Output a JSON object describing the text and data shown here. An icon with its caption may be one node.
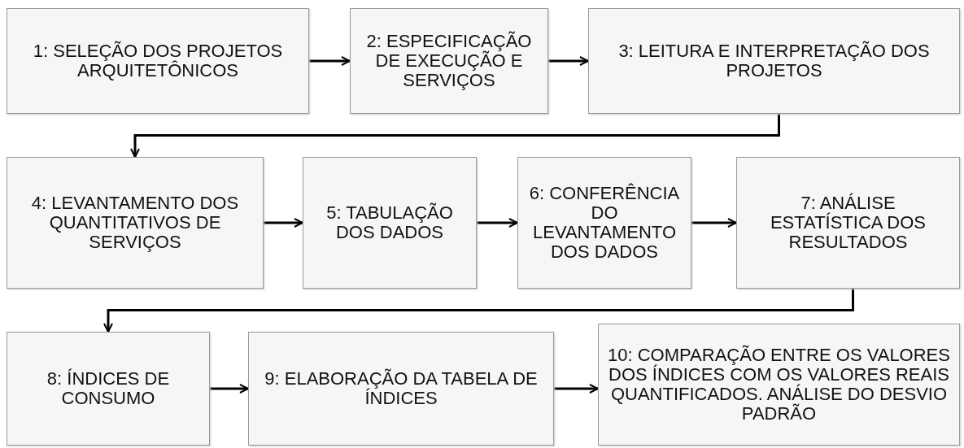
{
  "diagram": {
    "nodes": [
      {
        "text": [
          "1: SELEÇÃO DOS PROJETOS ARQUITETÔNICOS"
        ]
      },
      {
        "text": [
          "2: ESPECIFICAÇÃO DE EXECUÇÃO E SERVIÇOS"
        ]
      },
      {
        "text": [
          "3: LEITURA E INTERPRETAÇÃO DOS PROJETOS"
        ]
      },
      {
        "text": [
          "4: LEVANTAMENTO DOS QUANTITATIVOS DE SERVIÇOS"
        ]
      },
      {
        "text": [
          "5: TABULAÇÃO DOS DADOS"
        ]
      },
      {
        "text": [
          "6: CONFERÊNCIA DO LEVANTAMENTO DOS DADOS"
        ]
      },
      {
        "text": [
          "7: ANÁLISE ESTATÍSTICA DOS RESULTADOS"
        ]
      },
      {
        "text": [
          "8: ÍNDICES DE CONSUMO"
        ]
      },
      {
        "text": [
          "9: ELABORAÇÃO DA TABELA DE ÍNDICES"
        ]
      },
      {
        "text": [
          "10: COMPARAÇÃO ENTRE OS VALORES DOS ÍNDICES COM OS VALORES REAIS QUANTIFICADOS. ANÁLISE DO DESVIO PADRÃO"
        ]
      }
    ],
    "edges": [
      {
        "from": 0,
        "to": 1,
        "arrow": "to"
      },
      {
        "from": 1,
        "to": 2,
        "arrow": "to"
      },
      {
        "from": 2,
        "to": 3,
        "arrow": "to"
      },
      {
        "from": 3,
        "to": 4,
        "arrow": "to"
      },
      {
        "from": 4,
        "to": 5,
        "arrow": "to"
      },
      {
        "from": 5,
        "to": 6,
        "arrow": "to"
      },
      {
        "from": 6,
        "to": 7,
        "arrow": "to"
      },
      {
        "from": 7,
        "to": 8,
        "arrow": "to"
      },
      {
        "from": 8,
        "to": 9,
        "arrow": "to"
      }
    ]
  }
}
